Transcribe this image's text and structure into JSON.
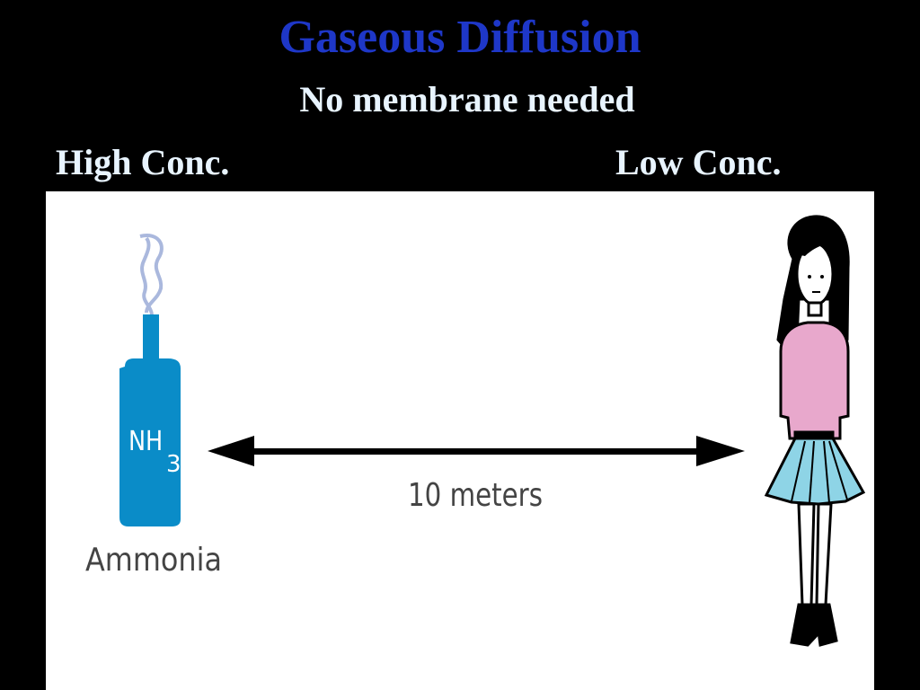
{
  "slide": {
    "title": "Gaseous Diffusion",
    "subtitle": "No membrane needed",
    "high_label": "High Conc.",
    "low_label": "Low Conc."
  },
  "illustration": {
    "bottle_formula_main": "NH",
    "bottle_formula_sub": "3",
    "bottle_caption": "Ammonia",
    "distance_label": "10 meters",
    "colors": {
      "title": "#1e37c8",
      "text": "#e8f4ff",
      "bottle": "#0a8cc8",
      "sweater": "#e8a8cc",
      "skirt": "#8ed4e6"
    }
  }
}
